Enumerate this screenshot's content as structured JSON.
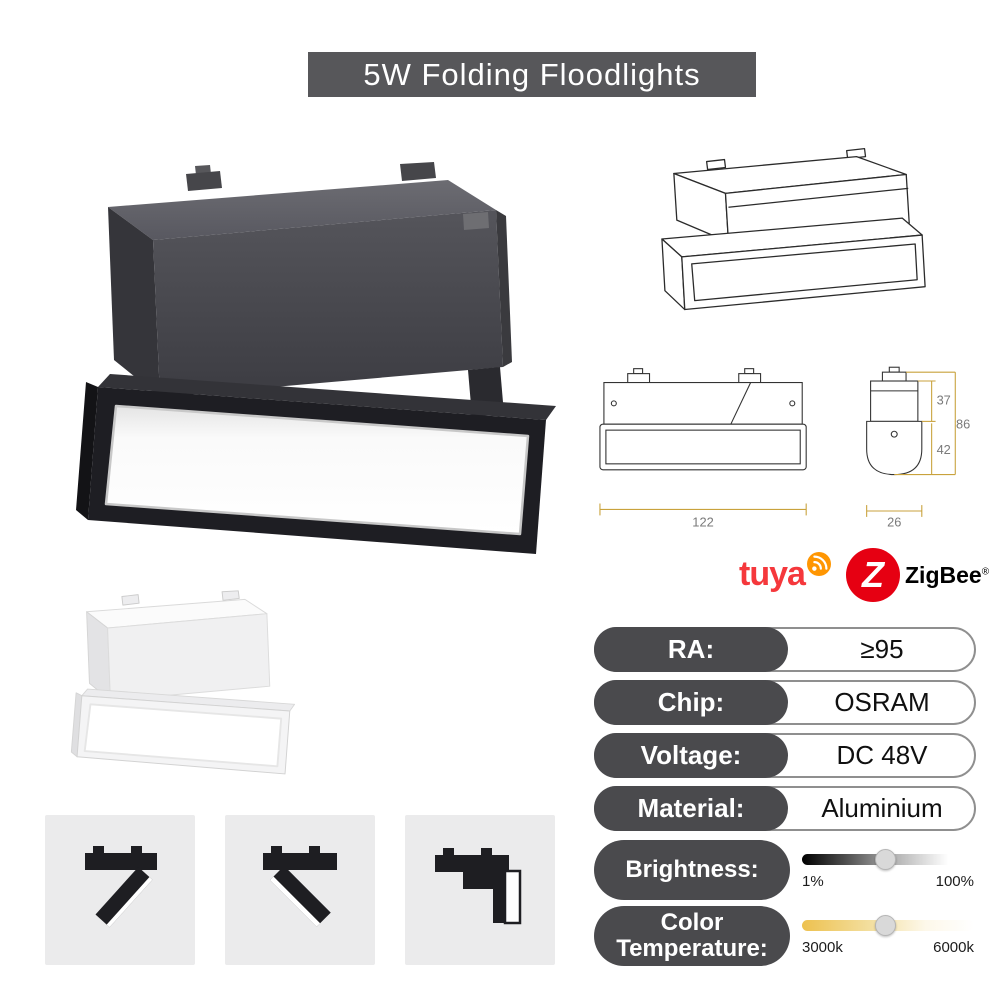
{
  "title": "5W  Folding Floodlights",
  "tech": {
    "front_width": "122",
    "side_width": "26",
    "top_height": "37",
    "bottom_height": "42",
    "total_height": "86"
  },
  "badges": {
    "tuya": "tuya",
    "zigbee": "ZigBee",
    "zigbee_reg": "®",
    "zigbee_z": "Z"
  },
  "specs": {
    "rows": [
      {
        "label": "RA:",
        "value": "≥95"
      },
      {
        "label": "Chip:",
        "value": "OSRAM"
      },
      {
        "label": "Voltage:",
        "value": "DC 48V"
      },
      {
        "label": "Material:",
        "value": "Aluminium"
      }
    ],
    "brightness": {
      "label": "Brightness:",
      "min": "1%",
      "max": "100%"
    },
    "color_temperature": {
      "label": "Color Temperature:",
      "min": "3000k",
      "max": "6000k"
    }
  },
  "colors": {
    "banner_bg": "#57575a",
    "pill_bg": "#4a4a4d",
    "dim_line": "#c9a23c",
    "tuya_red": "#f5383c",
    "tuya_orange": "#ff9602",
    "zigbee_red": "#e60012"
  }
}
